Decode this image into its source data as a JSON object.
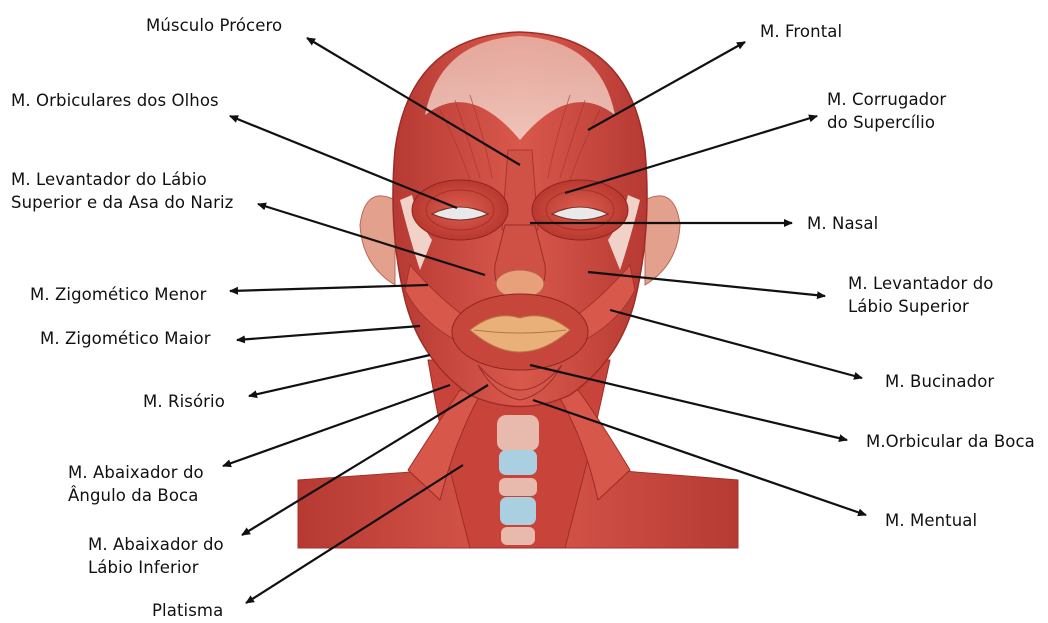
{
  "labels": {
    "procero": "Músculo Prócero",
    "orbiculares_olhos": "M. Orbiculares dos Olhos",
    "levantador_asa_l1": "M. Levantador do Lábio",
    "levantador_asa_l2": "Superior e da Asa do Nariz",
    "zigomatico_menor": "M. Zigomético Menor",
    "zigomatico_maior": "M. Zigomético Maior",
    "risorio": "M. Risório",
    "abaixador_angulo_l1": "M. Abaixador do",
    "abaixador_angulo_l2": "Ângulo da Boca",
    "abaixador_labio_l1": "M. Abaixador do",
    "abaixador_labio_l2": "Lábio Inferior",
    "platisma": "Platisma",
    "frontal": "M. Frontal",
    "corrugador_l1": "M. Corrugador",
    "corrugador_l2": "do Supercílio",
    "nasal": "M. Nasal",
    "levantador_sup_l1": "M. Levantador do",
    "levantador_sup_l2": "Lábio Superior",
    "bucinador": "M. Bucinador",
    "orbicular_boca": "M.Orbicular da Boca",
    "mentual": "M. Mentual"
  },
  "colors": {
    "muscle": "#c9473f",
    "muscle_dark": "#9e2c27",
    "muscle_light": "#e27b6c",
    "tendon": "#f1d2c8",
    "lips": "#eab07a",
    "cartilage": "#a9cfe0",
    "arrow": "#111111"
  }
}
